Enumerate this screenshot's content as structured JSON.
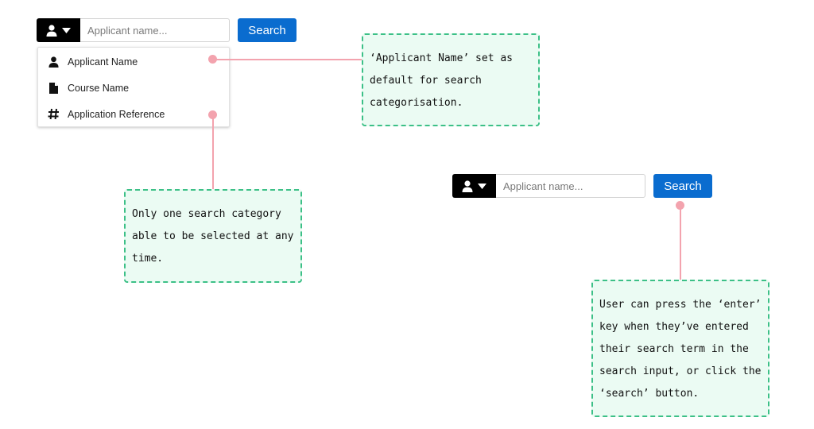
{
  "widget_open": {
    "search": {
      "placeholder": "Applicant name...",
      "button_label": "Search"
    },
    "dropdown": {
      "items": [
        {
          "label": "Applicant Name",
          "icon": "user-icon"
        },
        {
          "label": "Course Name",
          "icon": "document-icon"
        },
        {
          "label": "Application Reference",
          "icon": "hash-icon"
        }
      ]
    }
  },
  "widget_closed": {
    "search": {
      "placeholder": "Applicant name...",
      "button_label": "Search"
    }
  },
  "annotations": {
    "default_category": "‘Applicant Name’ set as\ndefault for search\ncategorisation.",
    "single_category": "Only one search category\nable to be selected at any\ntime.",
    "enter_or_click": "User can press the ‘enter’\nkey when they’ve entered\ntheir search term in the\nsearch input, or click the\n‘search’ button."
  },
  "colors": {
    "category_button": "#000000",
    "search_button": "#0a6ccf",
    "annotation_border": "#3cc087",
    "annotation_fill": "#ebfbf3",
    "connector": "#f3a3ae"
  }
}
